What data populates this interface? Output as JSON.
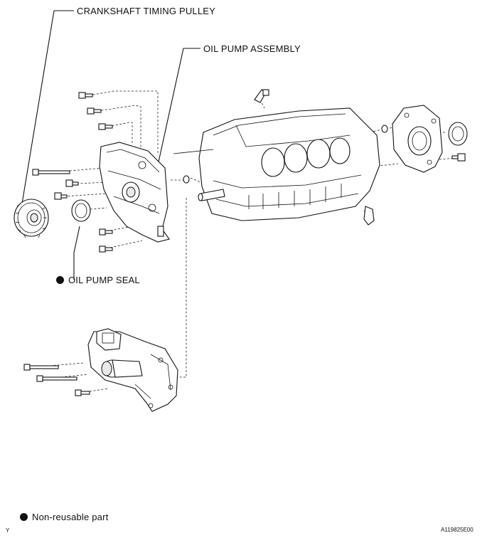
{
  "labels": {
    "crankshaft_timing_pulley": "CRANKSHAFT TIMING PULLEY",
    "oil_pump_assembly": "OIL PUMP ASSEMBLY",
    "oil_pump_seal": "OIL PUMP SEAL"
  },
  "legend": {
    "non_reusable_text": "Non-reusable part"
  },
  "footer": {
    "left_code": "Y",
    "figure_id": "A119825E00"
  }
}
